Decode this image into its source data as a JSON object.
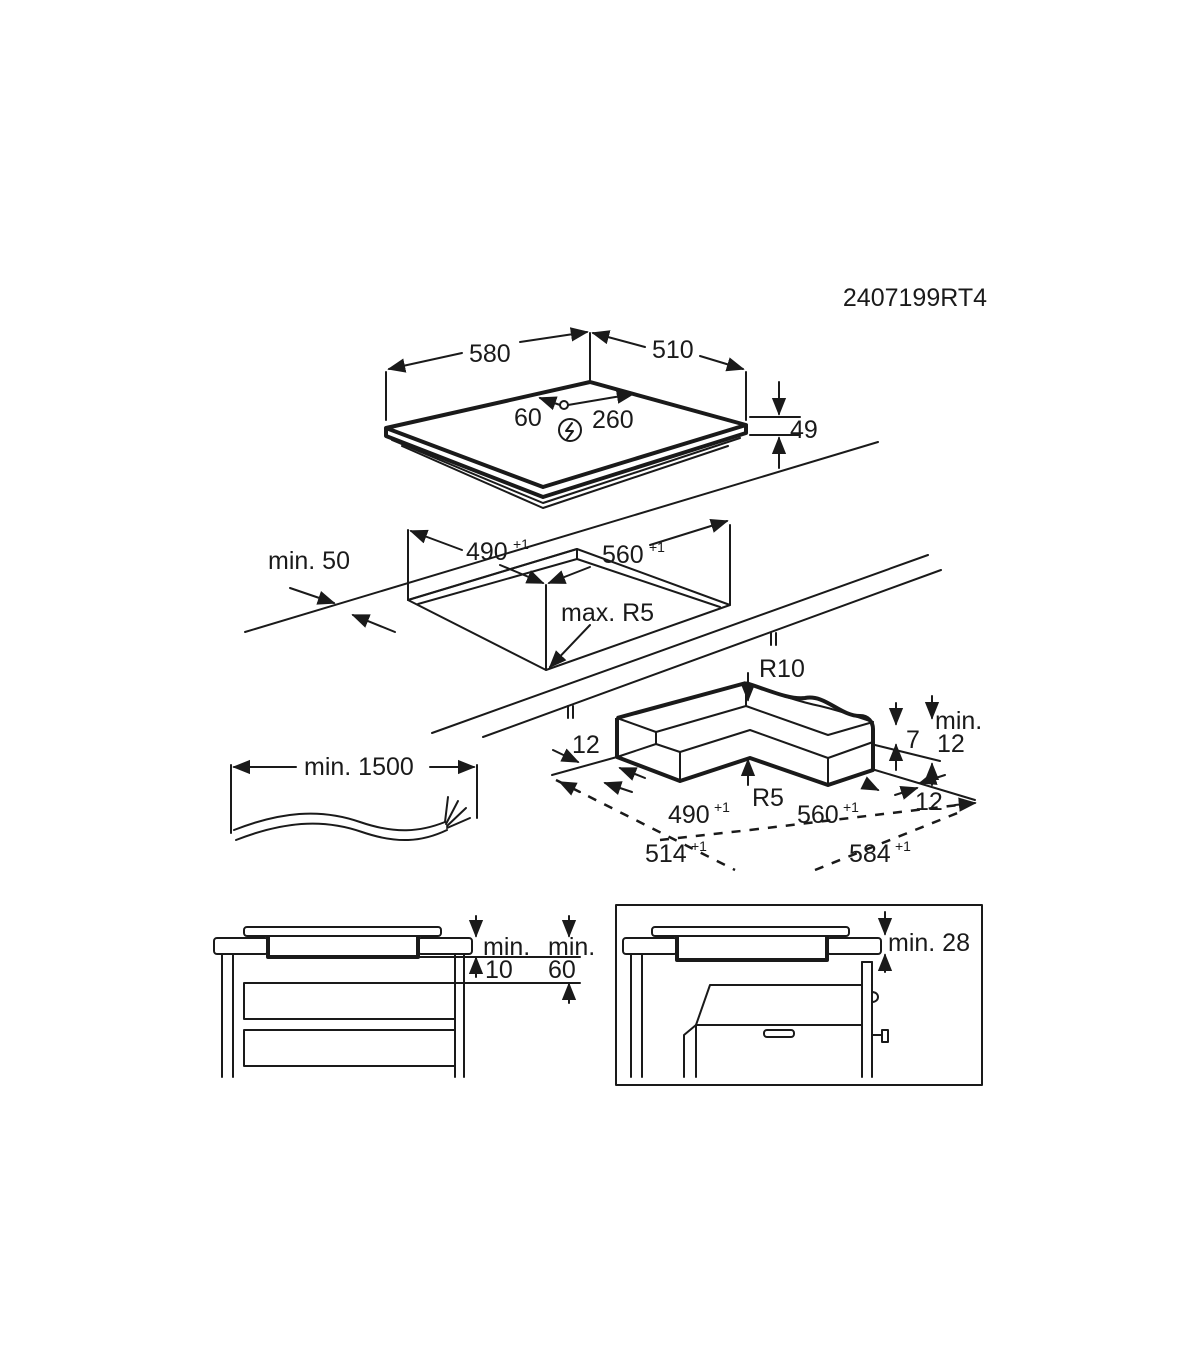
{
  "drawing_code": "2407199RT4",
  "hob": {
    "width": "580",
    "depth": "510",
    "height": "49",
    "conn_left": "60",
    "conn_right": "260"
  },
  "cutout": {
    "min_edge": "min. 50",
    "width": "490",
    "depth": "560",
    "tolerance": "+1",
    "radius": "max. R5"
  },
  "cable": {
    "length": "min. 1500"
  },
  "frame": {
    "r_outer": "R10",
    "r_inner": "R5",
    "depth_offset": "12",
    "height": "7",
    "min_label": "min.",
    "min_value": "12",
    "side_offset": "12",
    "inner_width": "490",
    "inner_depth": "560",
    "outer_width": "514",
    "outer_depth": "584",
    "tolerance": "+1"
  },
  "install_drawer": {
    "gap_label": "min.",
    "gap_value": "10",
    "depth_label": "min.",
    "depth_value": "60"
  },
  "install_oven": {
    "gap": "min. 28"
  }
}
